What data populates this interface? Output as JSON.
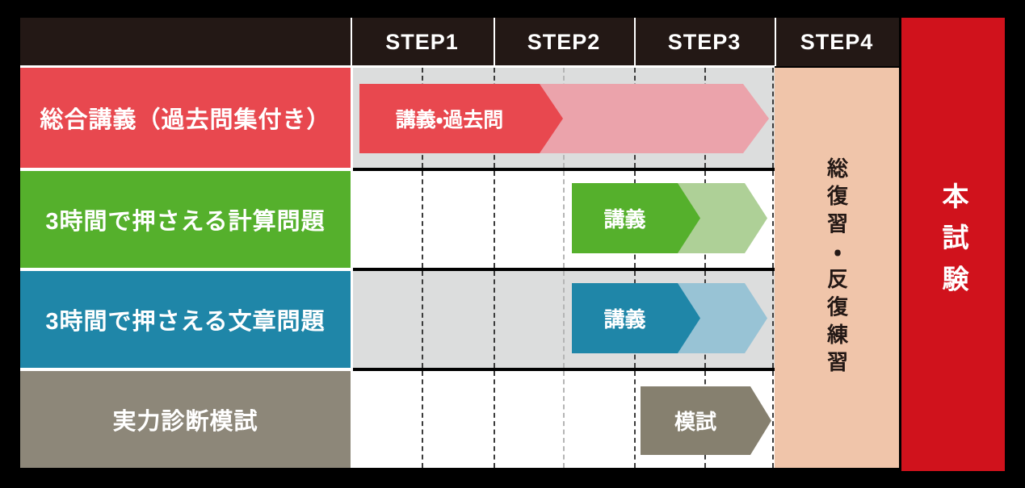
{
  "header": {
    "steps": [
      "STEP1",
      "STEP2",
      "STEP3",
      "STEP4"
    ],
    "bg_color": "#231815",
    "text_color": "#ffffff"
  },
  "rows": [
    {
      "label": "総合講義（過去問集付き）",
      "color": "#e8484f",
      "arrows": [
        {
          "label": "講義・過去問",
          "color": "#e8484f",
          "range": "STEP1〜STEP2前半"
        },
        {
          "label": "",
          "color": "#eba3ab",
          "range": "STEP2前半〜STEP3末"
        }
      ]
    },
    {
      "label": "3時間で押さえる計算問題",
      "color": "#55b02c",
      "arrows": [
        {
          "label": "講義",
          "color": "#55b02c",
          "range": "STEP2後半〜STEP3前半"
        },
        {
          "label": "",
          "color": "#aed097",
          "range": "STEP3前半〜STEP3末"
        }
      ]
    },
    {
      "label": "3時間で押さえる文章問題",
      "color": "#1f86a8",
      "arrows": [
        {
          "label": "講義",
          "color": "#1f86a8",
          "range": "STEP2後半〜STEP3前半"
        },
        {
          "label": "",
          "color": "#98c3d5",
          "range": "STEP3前半〜STEP3末"
        }
      ]
    },
    {
      "label": "実力診断模試",
      "color": "#8d8779",
      "arrows": [
        {
          "label": "模試",
          "color": "#86806f",
          "range": "STEP3"
        }
      ]
    }
  ],
  "review_column": {
    "label": "総復習・反復練習",
    "step": "STEP4",
    "bg": "#f0c5aa",
    "text_color": "#231815"
  },
  "exam_column": {
    "label": "本試験",
    "bg": "#d0121c",
    "text_color": "#ffffff"
  },
  "colors": {
    "outer_bg": "#000000",
    "row_alt_bg": "#dcdddd",
    "row_bg": "#ffffff",
    "grid_dash": "#3b3b3b"
  }
}
